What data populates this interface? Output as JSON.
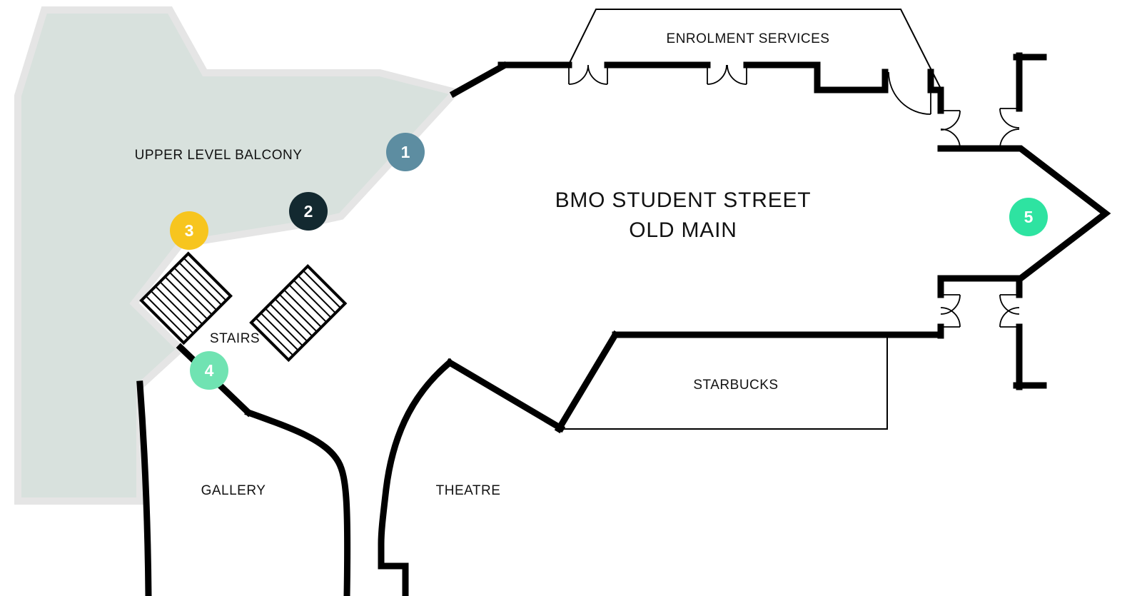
{
  "map": {
    "title_line1": "BMO STUDENT STREET",
    "title_line2": "OLD MAIN",
    "labels": {
      "balcony": "UPPER LEVEL BALCONY",
      "enrolment": "ENROLMENT SERVICES",
      "stairs": "STAIRS",
      "starbucks": "STARBUCKS",
      "gallery": "GALLERY",
      "theatre": "THEATRE"
    }
  },
  "markers": [
    {
      "number": "1",
      "color": "#5D8DA1"
    },
    {
      "number": "2",
      "color": "#132930"
    },
    {
      "number": "3",
      "color": "#F7C51E"
    },
    {
      "number": "4",
      "color": "#70E3B2"
    },
    {
      "number": "5",
      "color": "#2EE3A1"
    }
  ],
  "colors": {
    "background": "#ffffff",
    "balcony_fill": "#D8E1DD",
    "balcony_outline": "#E5E5E5",
    "walls": "#000000",
    "text": "#121212",
    "marker_text": "#ffffff"
  }
}
